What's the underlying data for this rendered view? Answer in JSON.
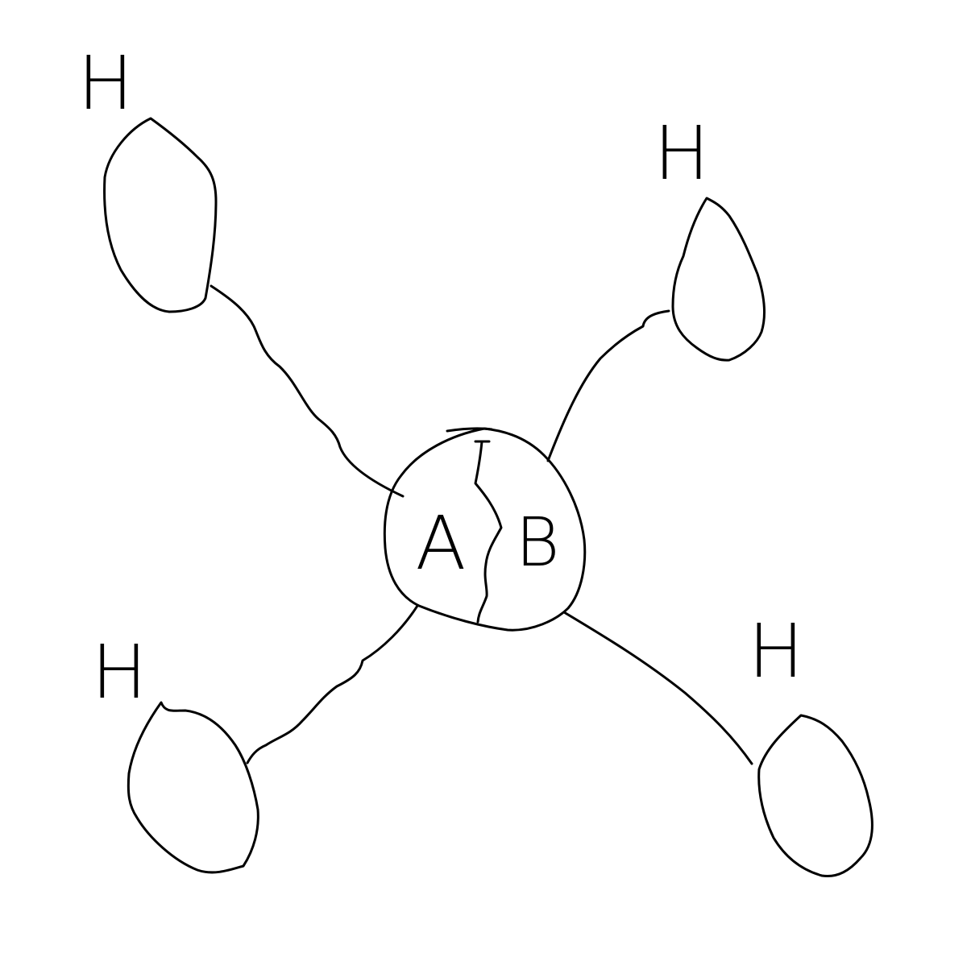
{
  "diagram": {
    "center_labels": {
      "left": "A",
      "right": "B"
    },
    "nodes": [
      {
        "id": "top-left",
        "label": "H"
      },
      {
        "id": "top-right",
        "label": "H"
      },
      {
        "id": "bottom-left",
        "label": "H"
      },
      {
        "id": "bottom-right",
        "label": "H"
      }
    ],
    "colors": {
      "ink": "#000000",
      "background": "#ffffff"
    }
  }
}
